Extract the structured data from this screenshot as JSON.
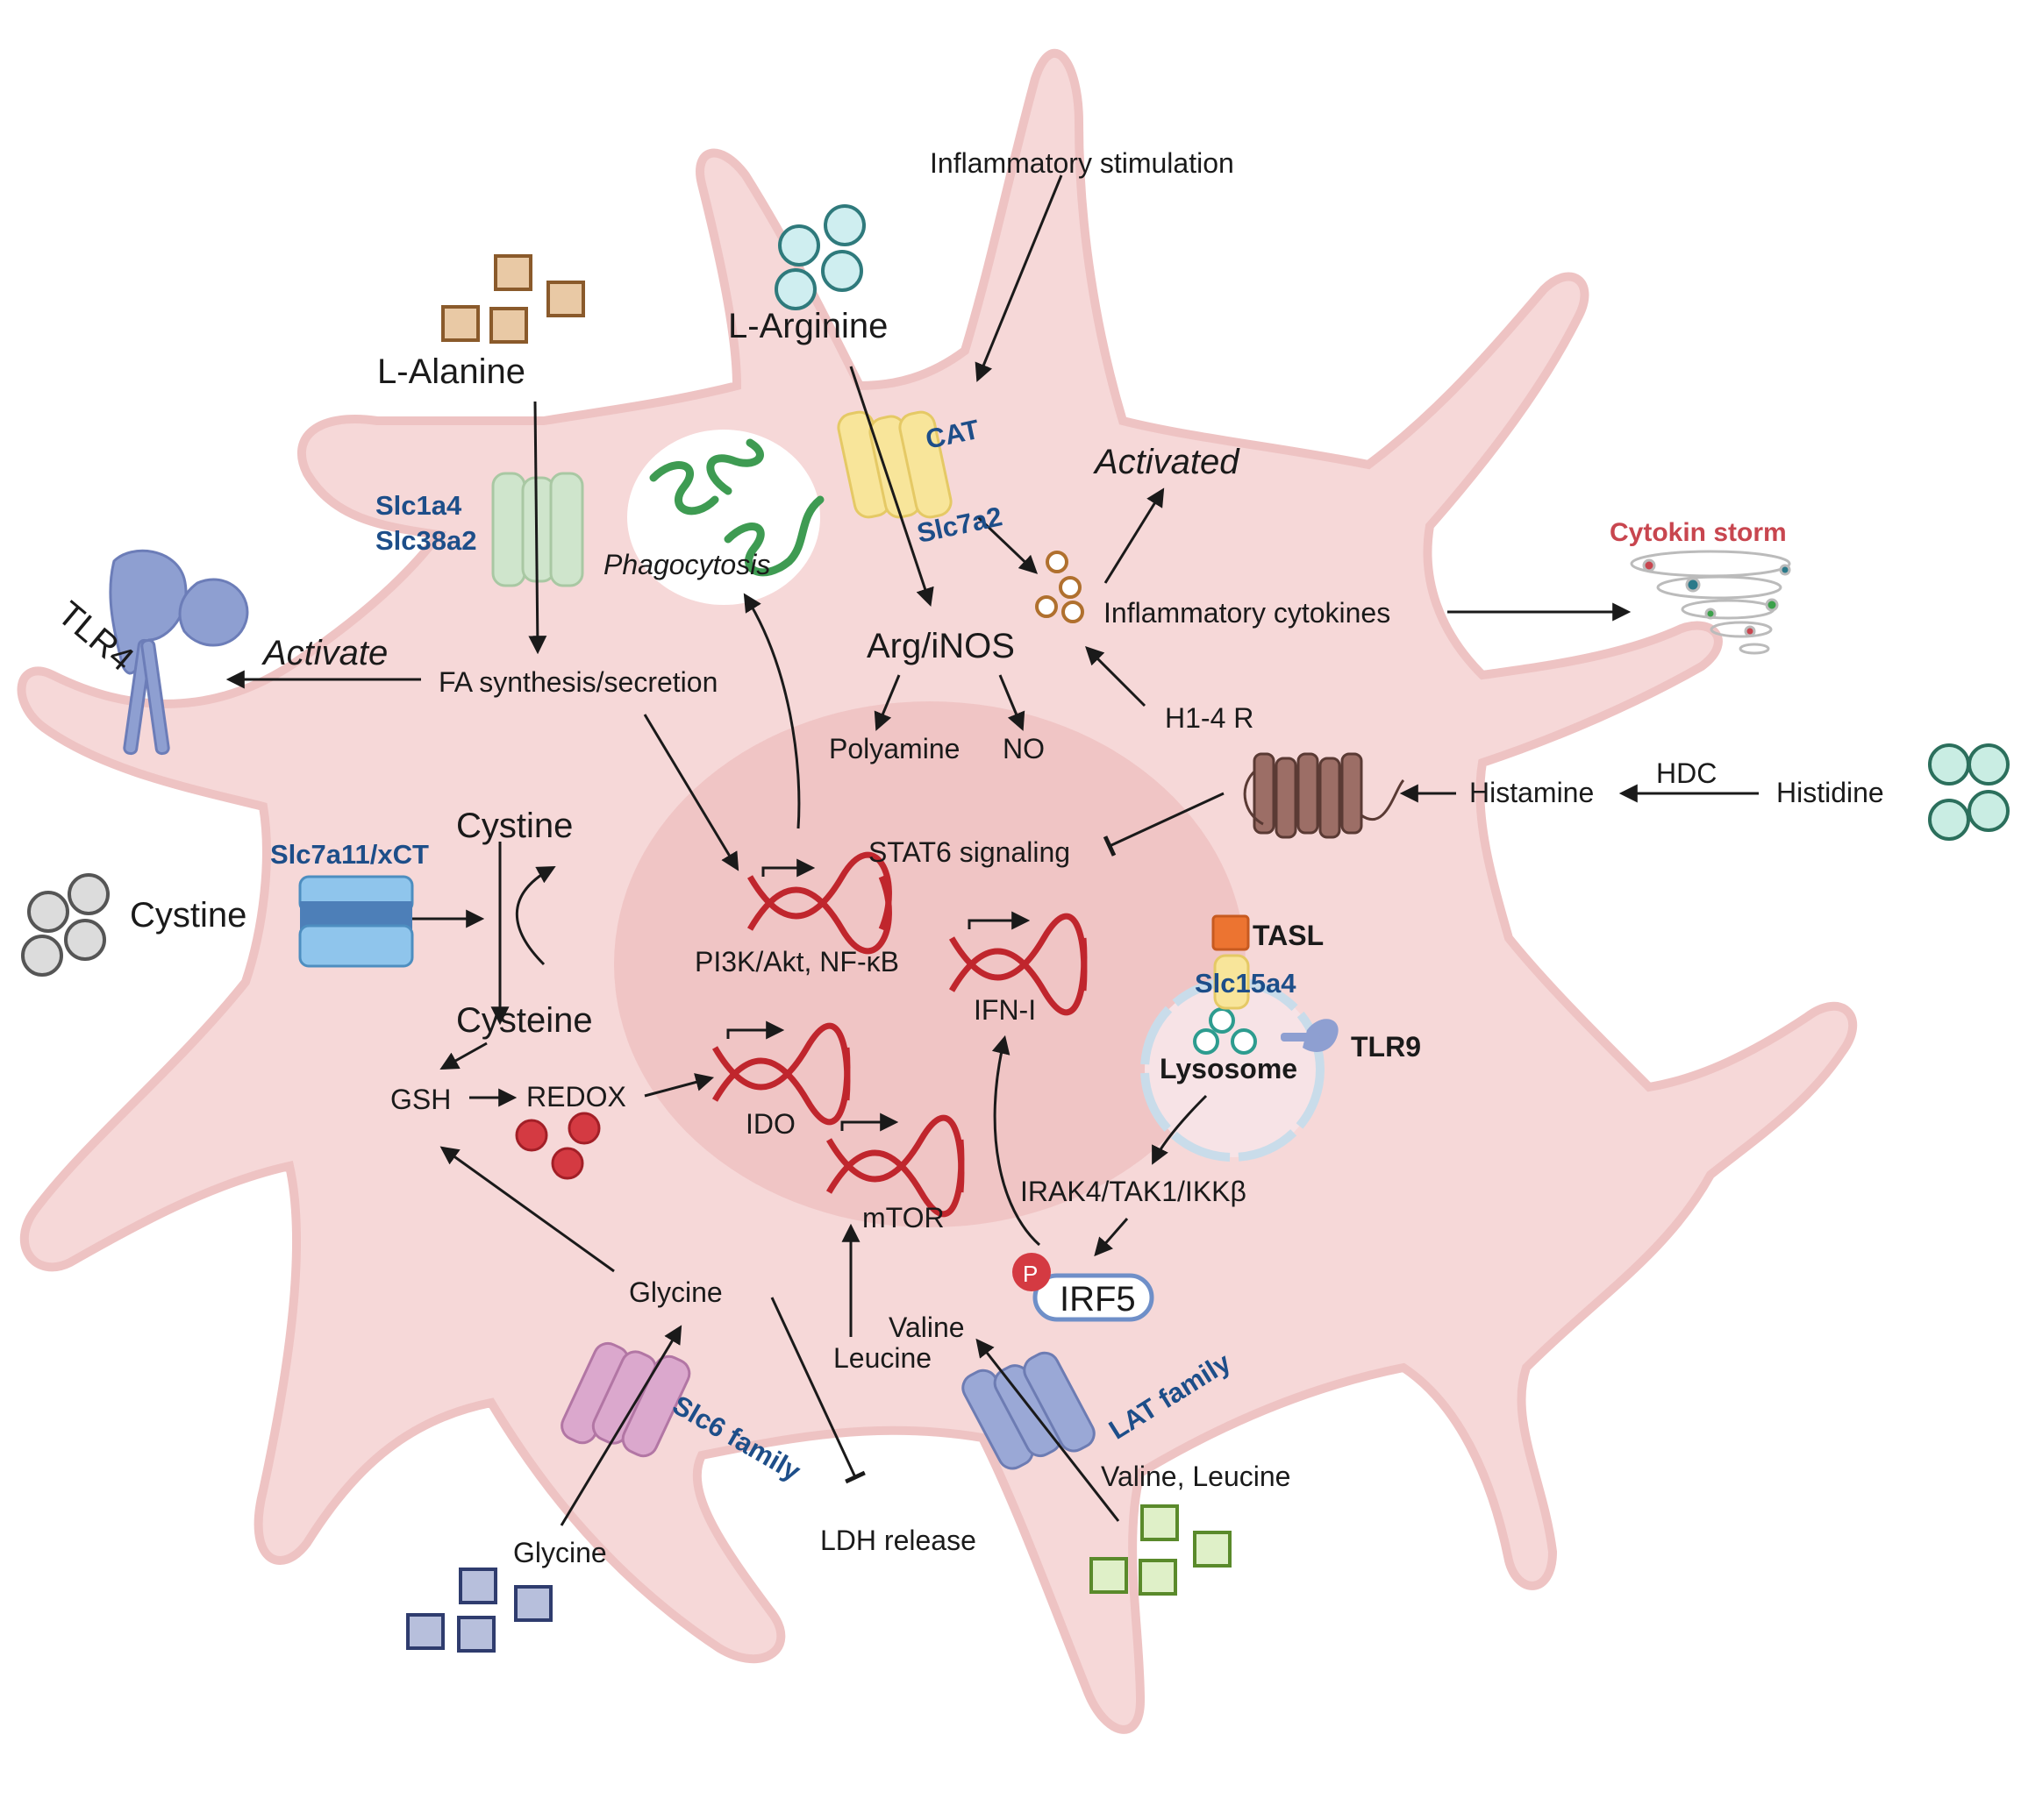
{
  "labels": {
    "inflammatory_stimulation": "Inflammatory stimulation",
    "l_arginine": "L-Arginine",
    "l_alanine": "L-Alanine",
    "cat": "CAT",
    "slc7a2": "Slc7a2",
    "activated": "Activated",
    "slc1a4": "Slc1a4",
    "slc38a2": "Slc38a2",
    "phagocytosis": "Phagocytosis",
    "cytokin_storm": "Cytokin storm",
    "inflammatory_cytokines": "Inflammatory cytokines",
    "tlr4": "TLR4",
    "activate": "Activate",
    "fa_synthesis": "FA synthesis/secretion",
    "arg_inos": "Arg/iNOS",
    "polyamine": "Polyamine",
    "no": "NO",
    "h14r": "H1-4 R",
    "histamine": "Histamine",
    "hdc": "HDC",
    "histidine": "Histidine",
    "slc7a11": "Slc7a11/xCT",
    "cystine_top": "Cystine",
    "cystine_left": "Cystine",
    "cysteine": "Cysteine",
    "stat6": "STAT6 signaling",
    "pi3k": "PI3K/Akt, NF-κB",
    "tasl": "TASL",
    "slc15a4": "Slc15a4",
    "ifn": "IFN-I",
    "tlr9": "TLR9",
    "lysosome": "Lysosome",
    "gsh": "GSH",
    "redox": "REDOX",
    "ido": "IDO",
    "mtor": "mTOR",
    "irak4": "IRAK4/TAK1/IKKβ",
    "p": "P",
    "irf5": "IRF5",
    "glycine_in": "Glycine",
    "valine": "Valine",
    "leucine": "Leucine",
    "lat_family": "LAT family",
    "valine_leucine": "Valine, Leucine",
    "slc6_family": "Slc6 family",
    "glycine_out": "Glycine",
    "ldh": "LDH release"
  },
  "colors": {
    "cell": "#f6d8d8",
    "cell_edge": "#eec3c3",
    "nucleus": "#efc0c0",
    "transporter_blue": "#1d4e89",
    "dna": "#c0262d",
    "cytokine_storm": "#c8464f"
  }
}
